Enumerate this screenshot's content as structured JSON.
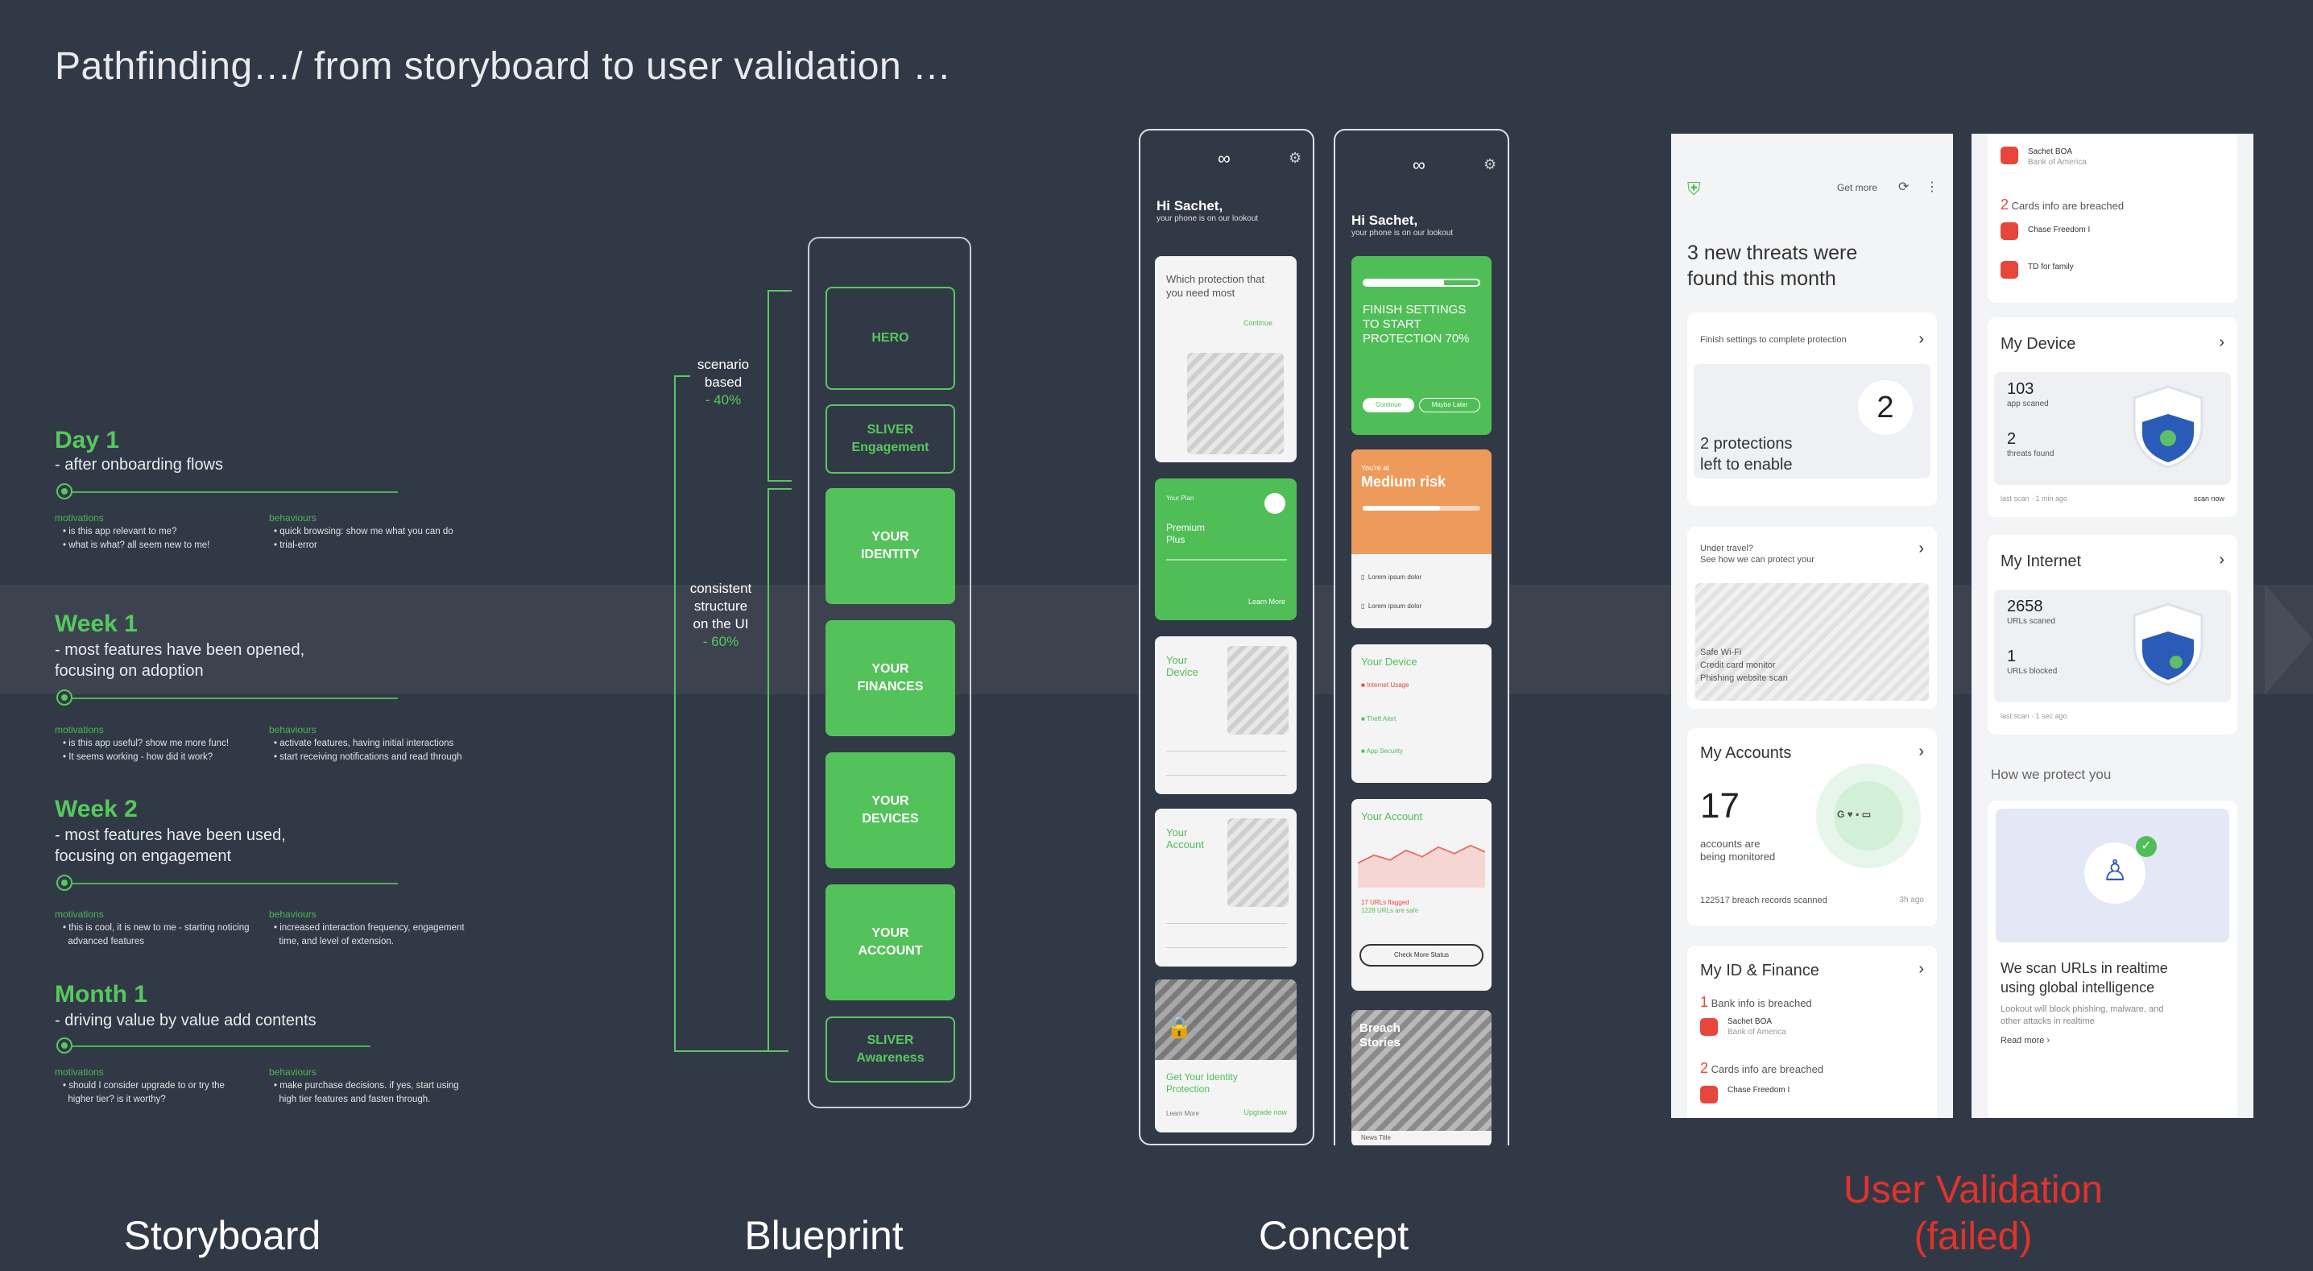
{
  "title": "Pathfinding…/ from storyboard to user validation …",
  "columns": {
    "storyboard": "Storyboard",
    "blueprint": "Blueprint",
    "concept": "Concept",
    "validation_line1": "User Validation",
    "validation_line2": "(failed)"
  },
  "storyboard": {
    "stages": [
      {
        "title": "Day 1",
        "sub1": "-  after onboarding flows",
        "sub2": "",
        "motivations": [
          "is this app relevant to me?",
          "what is what? all seem new to me!"
        ],
        "behaviours": [
          "quick browsing: show me what you can do",
          "trial-error"
        ]
      },
      {
        "title": "Week 1",
        "sub1": "- most features have been opened,",
        "sub2": "focusing on adoption",
        "motivations": [
          "is this app useful? show me more func!",
          "It seems working - how did it work?"
        ],
        "behaviours": [
          "activate features, having initial interactions",
          "start receiving notifications and read through"
        ]
      },
      {
        "title": "Week  2",
        "sub1": "- most features have been used,",
        "sub2": "focusing on engagement",
        "motivations": [
          "this is cool, it is new to me - starting noticing",
          "advanced features"
        ],
        "behaviours": [
          "increased interaction frequency, engagement",
          "time, and level of extension."
        ]
      },
      {
        "title": "Month 1",
        "sub1": "- driving value by value add contents",
        "sub2": "",
        "motivations": [
          "should I consider upgrade to or try the",
          "higher tier? is it worthy?"
        ],
        "behaviours": [
          "make purchase decisions. if yes, start using",
          "high tier features and fasten through."
        ]
      }
    ],
    "motivations_label": "motivations",
    "behaviours_label": "behaviours"
  },
  "blueprint": {
    "scenario_label": [
      "scenario",
      "based"
    ],
    "scenario_pct": "- 40%",
    "consistent_label": [
      "consistent",
      "structure",
      "on the UI"
    ],
    "consistent_pct": "- 60%",
    "blocks": [
      {
        "l1": "HERO",
        "l2": "",
        "style": "outline"
      },
      {
        "l1": "SLIVER",
        "l2": "Engagement",
        "style": "outline"
      },
      {
        "l1": "YOUR",
        "l2": "IDENTITY",
        "style": "fill"
      },
      {
        "l1": "YOUR",
        "l2": "FINANCES",
        "style": "fill"
      },
      {
        "l1": "YOUR",
        "l2": "DEVICES",
        "style": "fill"
      },
      {
        "l1": "YOUR",
        "l2": "ACCOUNT",
        "style": "fill"
      },
      {
        "l1": "SLIVER",
        "l2": "Awareness",
        "style": "outline"
      }
    ]
  },
  "concept": {
    "phone1": {
      "greeting": "Hi Sachet,",
      "greeting_sub": "your phone is on our lookout",
      "card1_title": "Which protection that you need most",
      "card1_link": "Continue",
      "card2_small": "Your Plan",
      "card2_title": "Premium Plus",
      "card2_link": "Learn More",
      "card3_title": "Your Device",
      "card4_title": "Your Account",
      "card5_title": "Get Your Identity Protection",
      "card5_left": "Learn More",
      "card5_link": "Upgrade now"
    },
    "phone2": {
      "greeting": "Hi Sachet,",
      "greeting_sub": "your phone is on our lookout",
      "card1_title": "FINISH SETTINGS TO START PROTECTION 70%",
      "card1_btn1": "Continue",
      "card1_btn2": "Maybe Later",
      "card2_small": "You're at",
      "card2_title": "Medium risk",
      "card2_row1": "Lorem ipsum dolor",
      "card2_row2": "Lorem ipsum dolor",
      "card3_title": "Your Device",
      "card3_items": [
        "Internet Usage",
        "Theft Alert",
        "App Security"
      ],
      "card4_title": "Your Account",
      "card4_stat1": "17 URLs flagged",
      "card4_stat2": "1228 URLs are safe",
      "card4_btn": "Check More Status",
      "card5_title": "Breach Stories",
      "card5_footer": "News Title"
    }
  },
  "validation": {
    "screen1": {
      "get_more": "Get more",
      "headline": "3 new threats were found this month",
      "finish_text": "Finish settings to complete protection",
      "protections_count": "2",
      "protections_text1": "2 protections",
      "protections_text2": "left to enable",
      "travel_text1": "Under travel?",
      "travel_text2": "See how we can protect your",
      "travel_items": [
        "Safe Wi-Fi",
        "Credit card monitor",
        "Phishing website scan"
      ],
      "accounts_title": "My Accounts",
      "accounts_count": "17",
      "accounts_sub1": "accounts are",
      "accounts_sub2": "being monitored",
      "accounts_footer": "122517 breach records scanned",
      "accounts_time": "3h ago",
      "idf_title": "My ID & Finance",
      "bank_count": "1",
      "bank_text": "Bank info is breached",
      "bank_name": "Sachet BOA",
      "bank_sub": "Bank of America",
      "cards_count": "2",
      "cards_text": "Cards info are breached",
      "card_name": "Chase Freedom I"
    },
    "screen2": {
      "bank_name": "Sachet BOA",
      "bank_sub": "Bank of America",
      "cards_count": "2",
      "cards_text": "Cards info are breached",
      "card1": "Chase Freedom I",
      "card2": "TD for family",
      "device_title": "My Device",
      "device_n1": "103",
      "device_l1": "app scaned",
      "device_n2": "2",
      "device_l2": "threats found",
      "device_foot_left": "last scan · 1 min ago",
      "device_foot_right": "scan now",
      "internet_title": "My Internet",
      "internet_n1": "2658",
      "internet_l1": "URLs scaned",
      "internet_n2": "1",
      "internet_l2": "URLs blocked",
      "internet_foot_left": "last scan · 1 sec ago",
      "protect_header": "How we protect you",
      "protect_title1": "We scan URLs in realtime",
      "protect_title2": "using global intelligence",
      "protect_desc1": "Lookout will block phishing, malware, and",
      "protect_desc2": "other attacks in realtime",
      "protect_link": "Read more ›"
    }
  },
  "colors": {
    "bg": "#323946",
    "green": "#56c95e",
    "red": "#e0332b",
    "orange": "#ee9a5b"
  }
}
